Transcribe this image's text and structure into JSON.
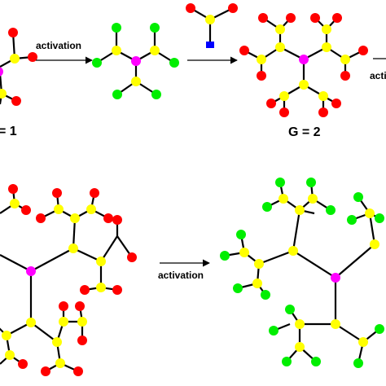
{
  "labels": {
    "step_1": "activation",
    "step_2": "activation",
    "step_3": "activation",
    "gen_1_partial": "= 1",
    "gen_2": "G = 2"
  },
  "colors": {
    "core": "#ff00ff",
    "branch": "#ffff00",
    "ester": "#ff0000",
    "activated": "#00ee00",
    "monomer_focal": "#0000ff",
    "bond": "#000000"
  }
}
